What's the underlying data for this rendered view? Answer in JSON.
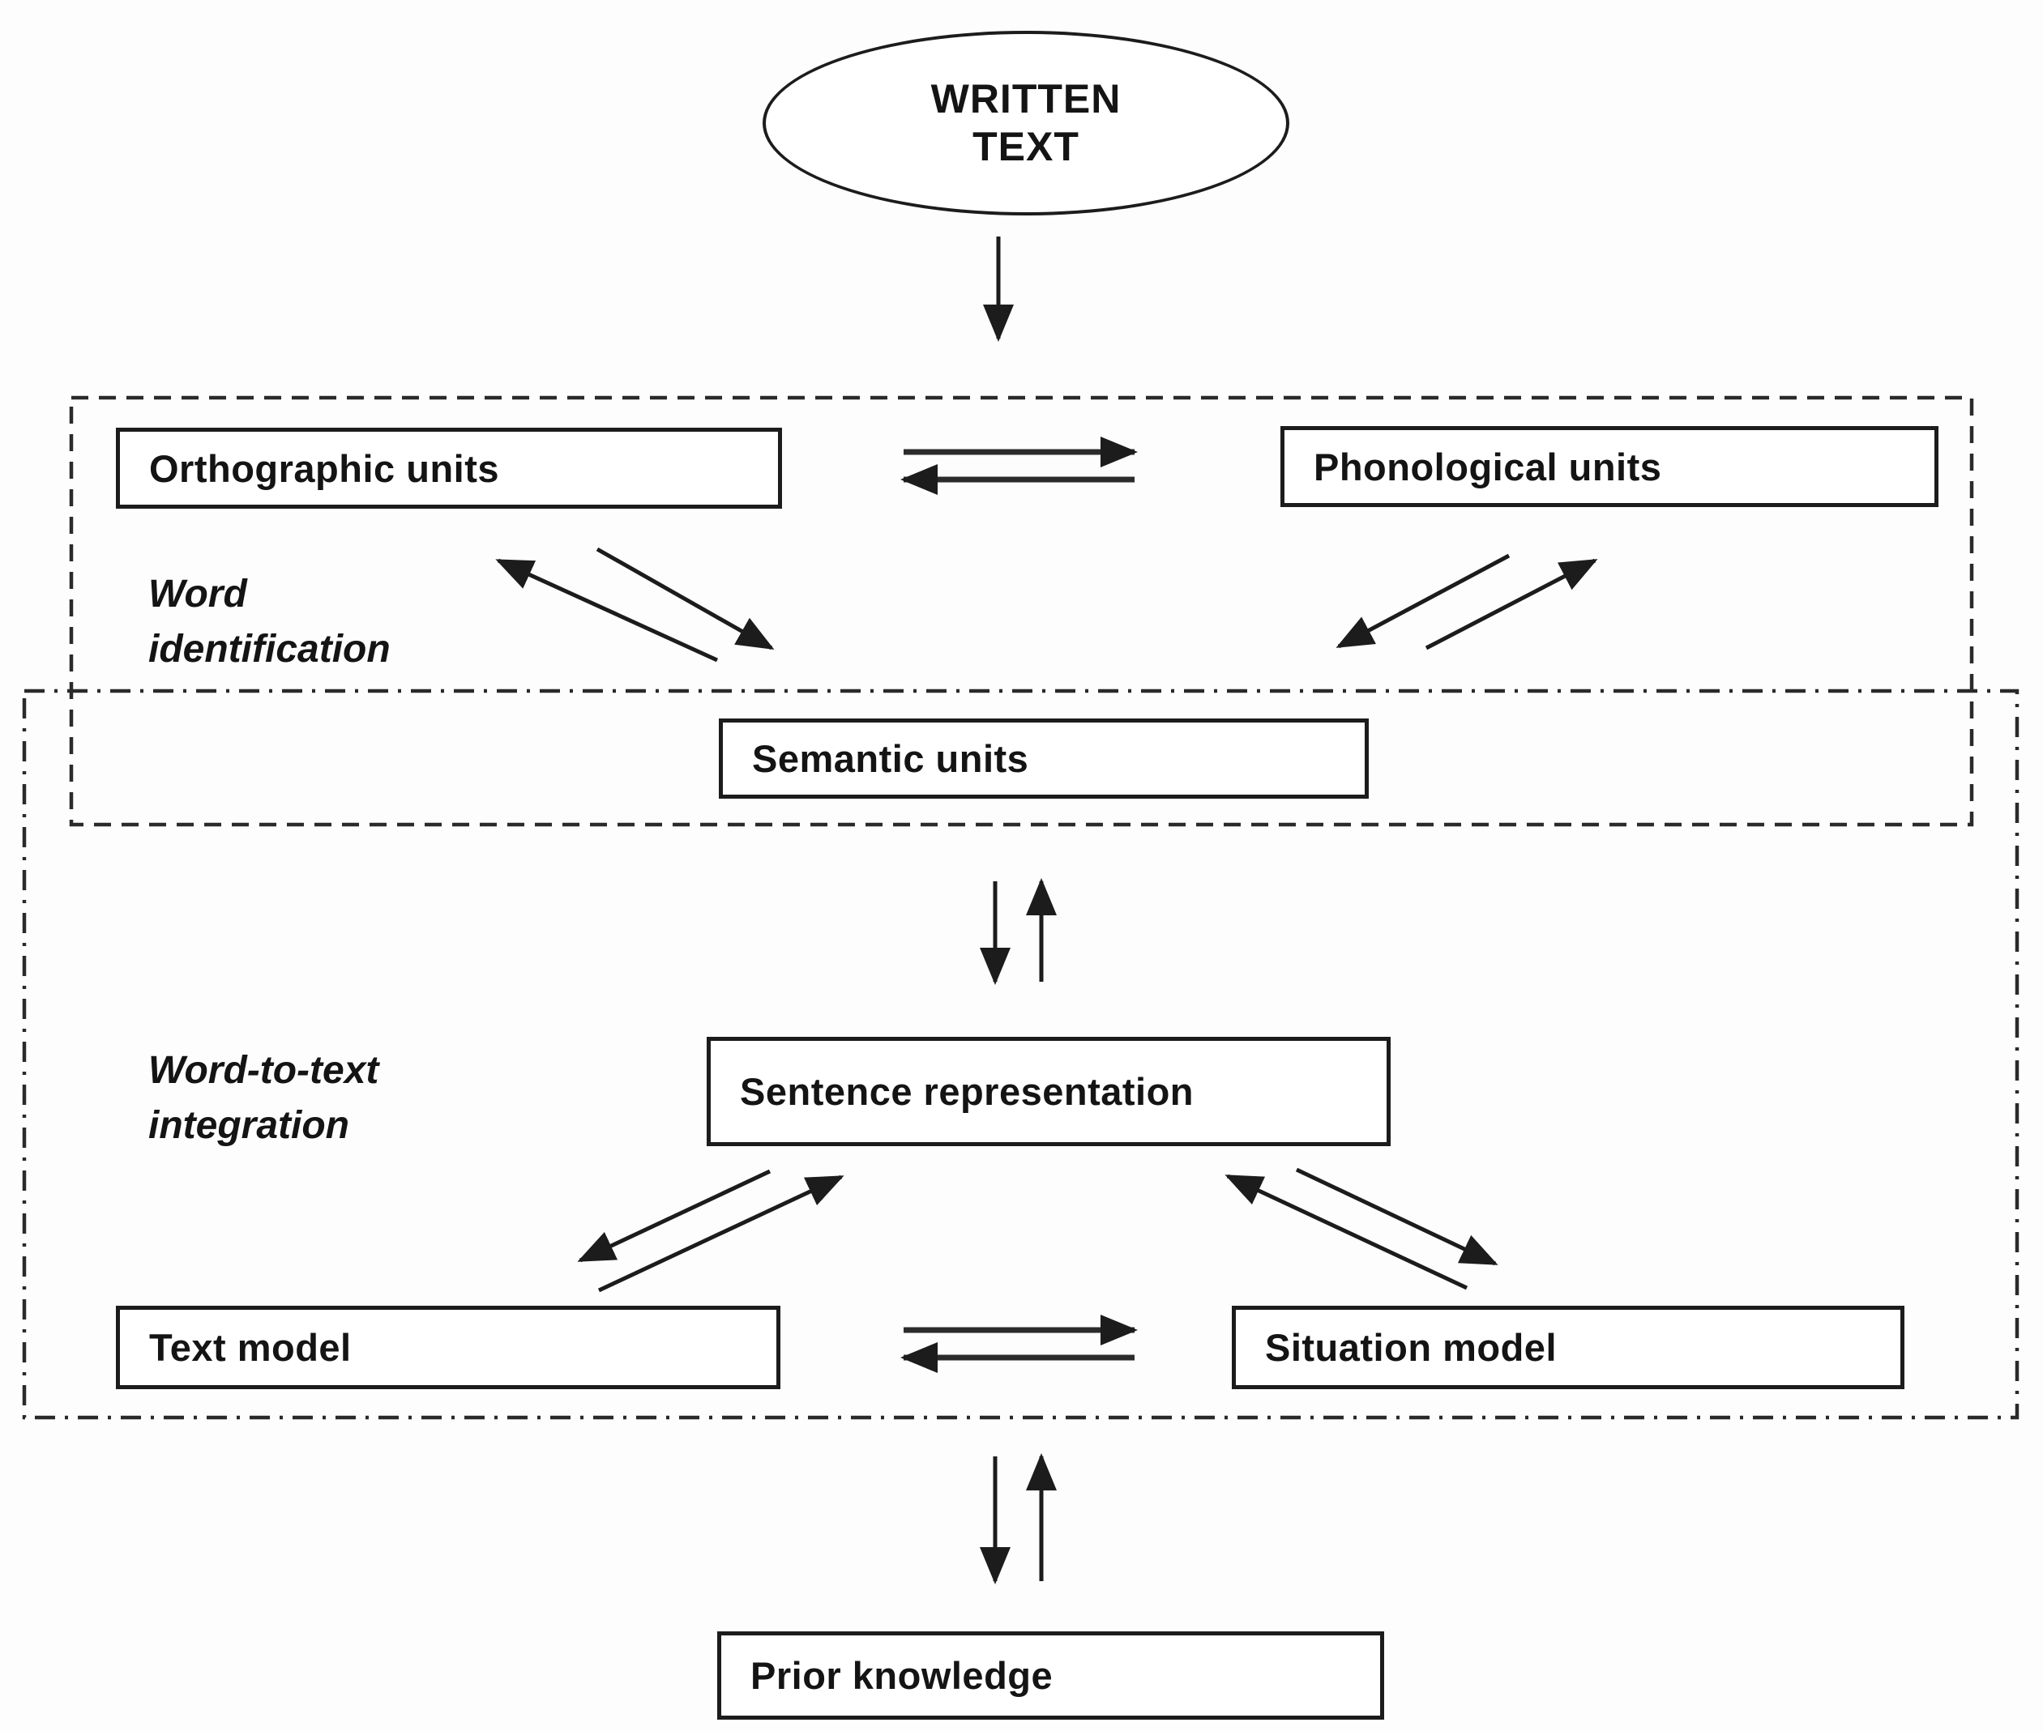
{
  "diagram": {
    "background": "#fdfdfd",
    "stroke_color": "#1c1c1c",
    "nodes": {
      "written_text": "WRITTEN TEXT",
      "orthographic_units": "Orthographic units",
      "phonological_units": "Phonological units",
      "semantic_units": "Semantic units",
      "sentence_representation": "Sentence representation",
      "text_model": "Text model",
      "situation_model": "Situation model",
      "prior_knowledge": "Prior knowledge"
    },
    "regions": {
      "word_identification": "Word identification",
      "word_to_text_integration": "Word-to-text integration"
    },
    "edges": [
      {
        "from": "written_text",
        "to": "word_identification_region",
        "style": "single-arrow-down"
      },
      {
        "from": "orthographic_units",
        "to": "phonological_units",
        "style": "pair-of-opposite-arrows"
      },
      {
        "from": "orthographic_units",
        "to": "semantic_units",
        "style": "pair-of-opposite-arrows"
      },
      {
        "from": "phonological_units",
        "to": "semantic_units",
        "style": "pair-of-opposite-arrows"
      },
      {
        "from": "semantic_units",
        "to": "sentence_representation",
        "style": "pair-of-opposite-arrows"
      },
      {
        "from": "sentence_representation",
        "to": "text_model",
        "style": "pair-of-opposite-arrows"
      },
      {
        "from": "sentence_representation",
        "to": "situation_model",
        "style": "pair-of-opposite-arrows"
      },
      {
        "from": "text_model",
        "to": "situation_model",
        "style": "pair-of-opposite-arrows"
      },
      {
        "from": "word_to_text_integration_region",
        "to": "prior_knowledge",
        "style": "pair-of-opposite-arrows"
      }
    ],
    "region_border_styles": {
      "word_identification": "dashed",
      "word_to_text_integration": "dash-dot"
    }
  }
}
